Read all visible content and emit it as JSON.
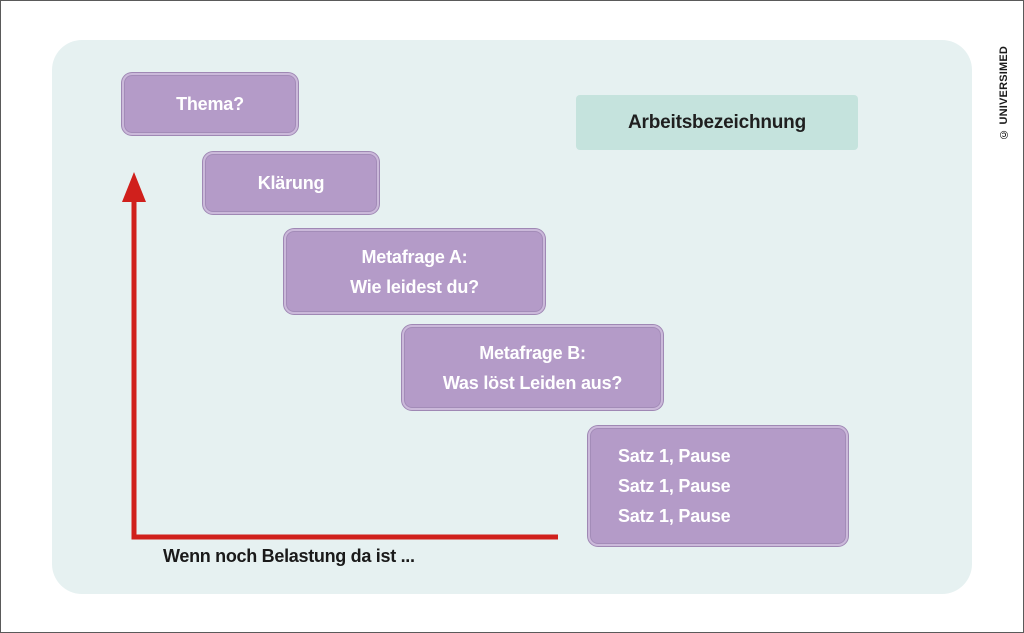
{
  "diagram": {
    "steps": [
      {
        "lines": [
          "Thema?"
        ]
      },
      {
        "lines": [
          "Klärung"
        ]
      },
      {
        "lines": [
          "Metafrage A:",
          "Wie leidest du?"
        ]
      },
      {
        "lines": [
          "Metafrage B:",
          "Was löst Leiden aus?"
        ]
      },
      {
        "lines": [
          "Satz 1, Pause",
          "Satz 1, Pause",
          "Satz 1, Pause"
        ]
      }
    ],
    "label": "Arbeitsbezeichnung",
    "loop_text": "Wenn noch Belastung da ist ...",
    "copyright": "© UNIVERSIMED",
    "colors": {
      "step_fill": "#b49bc8",
      "label_fill": "#c5e3dd",
      "arrow": "#d0201c",
      "panel": "#e6f1f1"
    }
  }
}
